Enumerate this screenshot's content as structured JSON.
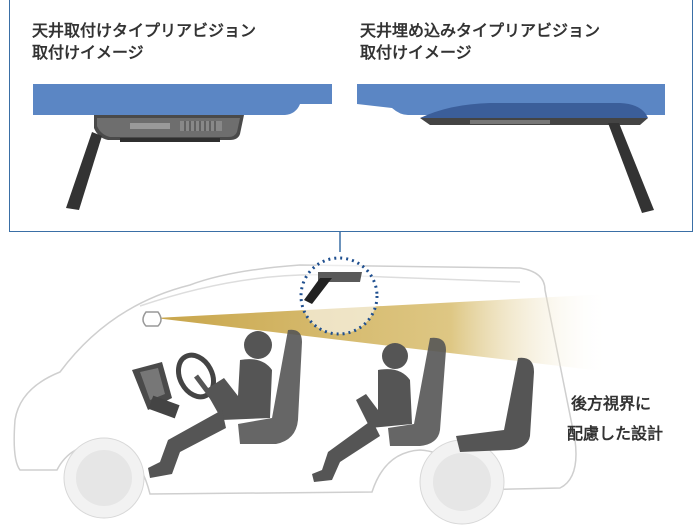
{
  "panel": {
    "left_caption_line1": "天井取付けタイプリアビジョン",
    "left_caption_line2": "取付けイメージ",
    "right_caption_line1": "天井埋め込みタイプリアビジョン",
    "right_caption_line2": "取付けイメージ"
  },
  "main": {
    "side_text_line1": "後方視界に",
    "side_text_line2": "配慮した設計"
  },
  "colors": {
    "ceiling_blue": "#5b86c4",
    "panel_border": "#3a6fa6",
    "sight_cone": "#c8a54a",
    "figure_gray": "#555555"
  }
}
